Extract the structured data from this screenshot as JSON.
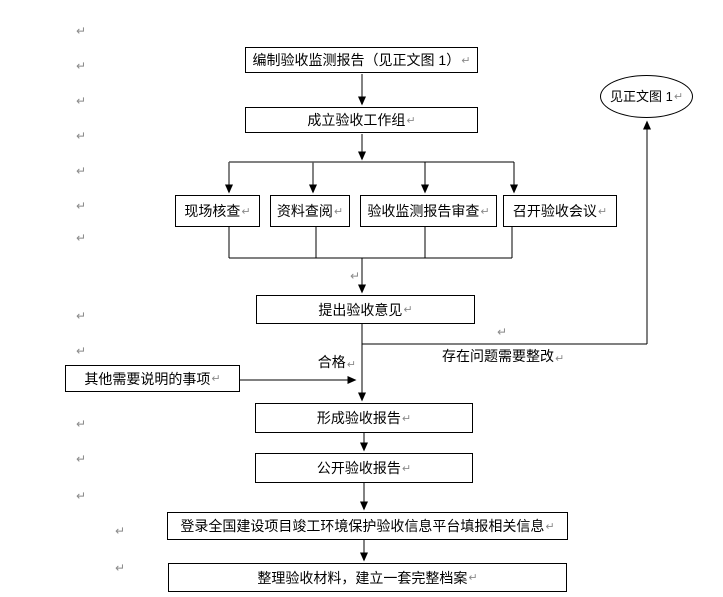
{
  "flowchart": {
    "nodes": {
      "compile_report": "编制验收监测报告（见正文图 1）",
      "form_workgroup": "成立验收工作组",
      "site_check": "现场核查",
      "document_review": "资料查阅",
      "monitor_report_review": "验收监测报告审查",
      "acceptance_meeting": "召开验收会议",
      "acceptance_opinion": "提出验收意见",
      "other_matters": "其他需要说明的事项",
      "form_report": "形成验收报告",
      "publish_report": "公开验收报告",
      "platform_login": "登录全国建设项目竣工环境保护验收信息平台填报相关信息",
      "archive": "整理验收材料，建立一套完整档案",
      "see_figure": "见正文图 1"
    },
    "edge_labels": {
      "qualified": "合格",
      "rectify": "存在问题需要整改"
    }
  },
  "marks": {
    "pilcrow": "↵"
  },
  "colors": {
    "line_black": "#000000",
    "line_gray": "#595959",
    "box_border": "#000000",
    "box_fill": "#ffffff",
    "mark_gray": "#8a8a8a",
    "background": "#ffffff"
  }
}
